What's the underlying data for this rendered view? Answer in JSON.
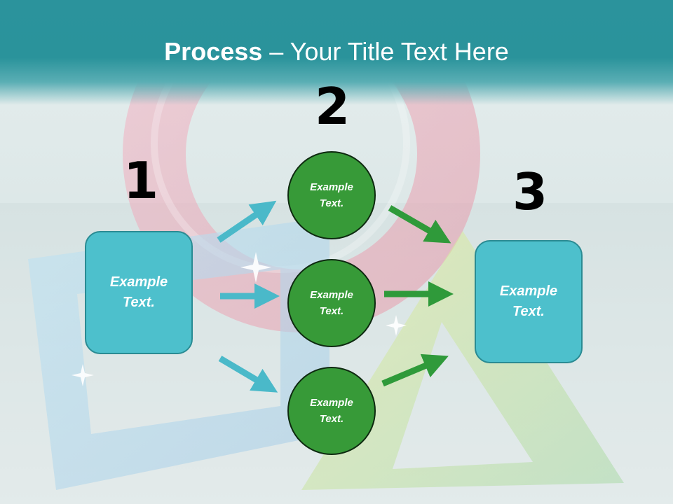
{
  "title": {
    "bold": "Process",
    "rest": " – Your Title Text Here"
  },
  "steps": [
    {
      "number": "1"
    },
    {
      "number": "2"
    },
    {
      "number": "3"
    }
  ],
  "left_box": {
    "text": "Example\nText."
  },
  "circles": [
    {
      "text": "Example\nText."
    },
    {
      "text": "Example\nText."
    },
    {
      "text": "Example\nText."
    }
  ],
  "right_box": {
    "text": "Example\nText."
  },
  "colors": {
    "title_bar": "#2a939b",
    "box_fill": "#4dc0cc",
    "circle_fill": "#379a38",
    "left_arrows": "#4ab9c9",
    "right_arrows": "#2f9a3a"
  }
}
